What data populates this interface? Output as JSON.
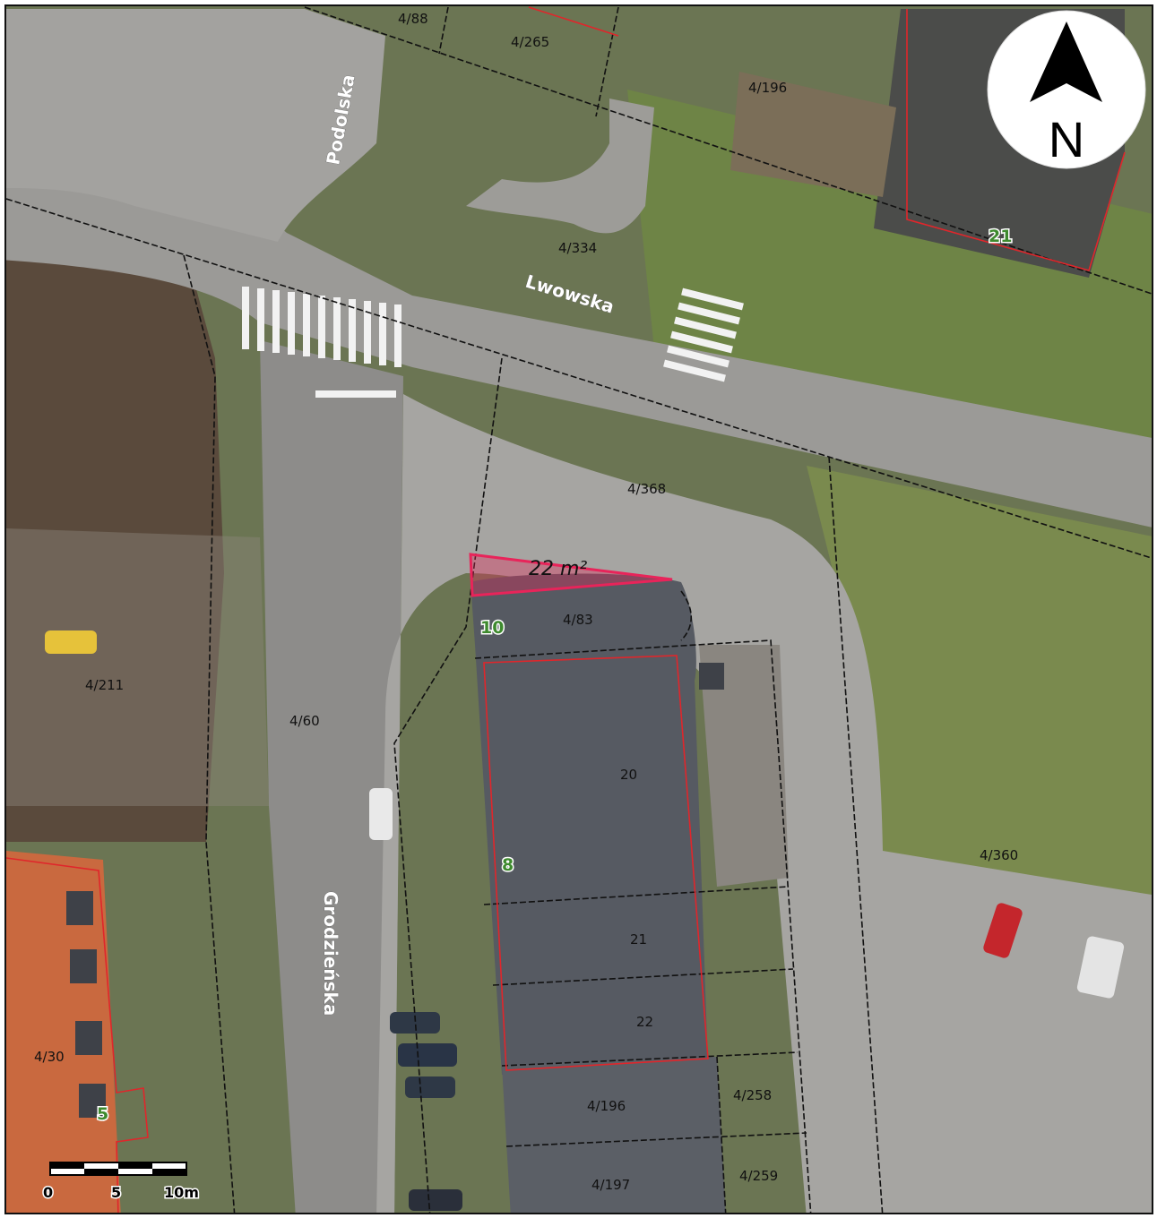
{
  "map": {
    "streets": [
      {
        "name": "Podolska"
      },
      {
        "name": "Lwowska"
      },
      {
        "name": "Grodzieńska"
      }
    ],
    "parcels": [
      {
        "label": "4/88"
      },
      {
        "label": "4/265"
      },
      {
        "label": "4/196"
      },
      {
        "label": "4/334"
      },
      {
        "label": "4/368"
      },
      {
        "label": "4/83"
      },
      {
        "label": "4/211"
      },
      {
        "label": "4/60"
      },
      {
        "label": "20"
      },
      {
        "label": "21"
      },
      {
        "label": "22"
      },
      {
        "label": "4/360"
      },
      {
        "label": "4/30"
      },
      {
        "label": "4/196"
      },
      {
        "label": "4/258"
      },
      {
        "label": "4/197"
      },
      {
        "label": "4/259"
      }
    ],
    "building_numbers": [
      "21",
      "10",
      "8",
      "5"
    ],
    "highlight": {
      "area_label": "22 m²",
      "color": "#e8245a"
    },
    "north_arrow": {
      "letter": "N",
      "icon": "north-arrow-icon"
    },
    "scale_bar": {
      "labels": [
        "0",
        "5",
        "10m"
      ]
    },
    "colors": {
      "parcel_line": "#111111",
      "ownership_line": "#e0262b",
      "roof": "#4f545c",
      "orange_roof": "#d26b3f"
    }
  }
}
